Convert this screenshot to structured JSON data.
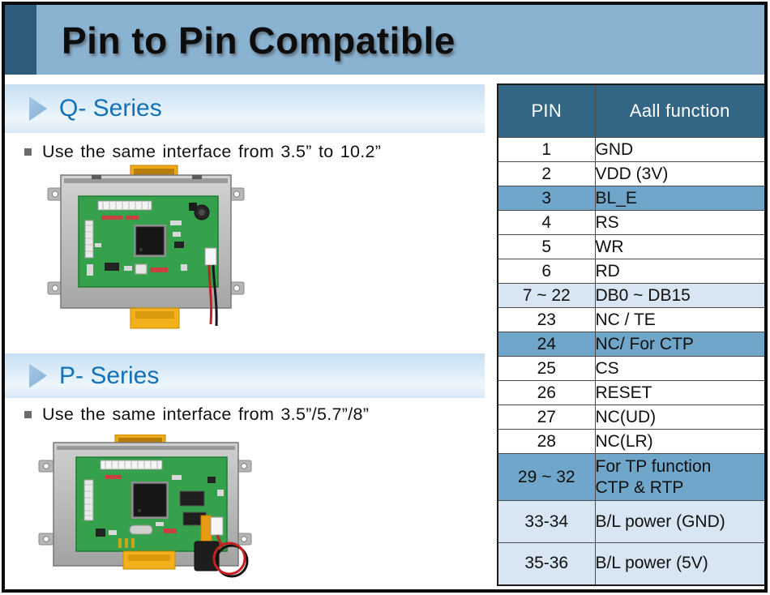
{
  "slide": {
    "title": "Pin to Pin Compatible"
  },
  "sections": [
    {
      "heading": "Q- Series",
      "bullet": "Use the same interface from 3.5” to 10.2”",
      "image": "q-series-tft-module-pcb-photo"
    },
    {
      "heading": "P- Series",
      "bullet": "Use the same interface from 3.5”/5.7”/8”",
      "image": "p-series-tft-module-pcb-photo"
    }
  ],
  "table": {
    "headers": [
      "PIN",
      "Aall function"
    ],
    "rows": [
      {
        "pin": "1",
        "fn_lines": [
          "GND"
        ],
        "highlight": "none",
        "size": "s"
      },
      {
        "pin": "2",
        "fn_lines": [
          "VDD (3V)"
        ],
        "highlight": "none",
        "size": "s"
      },
      {
        "pin": "3",
        "fn_lines": [
          "BL_E"
        ],
        "highlight": "mid",
        "size": "s"
      },
      {
        "pin": "4",
        "fn_lines": [
          "RS"
        ],
        "highlight": "none",
        "size": "s"
      },
      {
        "pin": "5",
        "fn_lines": [
          "WR"
        ],
        "highlight": "none",
        "size": "s"
      },
      {
        "pin": "6",
        "fn_lines": [
          "RD"
        ],
        "highlight": "none",
        "size": "s"
      },
      {
        "pin": "7 ~ 22",
        "fn_lines": [
          "DB0 ~ DB15"
        ],
        "highlight": "light",
        "size": "s"
      },
      {
        "pin": "23",
        "fn_lines": [
          "NC / TE"
        ],
        "highlight": "none",
        "size": "s"
      },
      {
        "pin": "24",
        "fn_lines": [
          "NC/ For CTP"
        ],
        "highlight": "mid",
        "size": "s"
      },
      {
        "pin": "25",
        "fn_lines": [
          "CS"
        ],
        "highlight": "none",
        "size": "s"
      },
      {
        "pin": "26",
        "fn_lines": [
          "RESET"
        ],
        "highlight": "none",
        "size": "s"
      },
      {
        "pin": "27",
        "fn_lines": [
          "NC(UD)"
        ],
        "highlight": "none",
        "size": "s"
      },
      {
        "pin": "28",
        "fn_lines": [
          "NC(LR)"
        ],
        "highlight": "none",
        "size": "s"
      },
      {
        "pin": "29 ~ 32",
        "fn_lines": [
          "For TP function",
          "CTP & RTP"
        ],
        "highlight": "mid",
        "size": "d"
      },
      {
        "pin": "33-34",
        "fn_lines": [
          "B/L power  (GND)"
        ],
        "highlight": "light",
        "size": "b"
      },
      {
        "pin": "35-36",
        "fn_lines": [
          "B/L power  (5V)"
        ],
        "highlight": "light",
        "size": "b"
      }
    ]
  },
  "colors": {
    "header_band": "#8ab2d1",
    "header_accent_square": "#2e5c7c",
    "table_header_bg": "#336685",
    "row_highlight_mid": "#6fa6ca",
    "row_highlight_light": "#d7e6f2",
    "section_heading_text": "#1272b9",
    "section_band_top": "#c8e0f3",
    "title_text": "#0d0d0d",
    "slide_border": "#0b0b0b"
  }
}
